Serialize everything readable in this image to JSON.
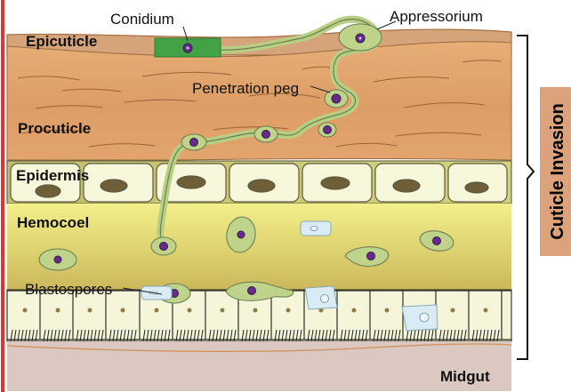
{
  "labels": {
    "conidium": "Conidium",
    "appressorium": "Appressorium",
    "epicuticle": "Epicuticle",
    "penetration_peg": "Penetration peg",
    "procuticle": "Procuticle",
    "epidermis": "Epidermis",
    "hemocoel": "Hemocoel",
    "blastospores": "Blastospores",
    "midgut": "Midgut",
    "cuticle_invasion": "Cuticle Invasion"
  },
  "colors": {
    "left_border": "#e3332c",
    "epicuticle": "#d99a5f",
    "procuticle": "#e2a067",
    "epidermis_band": "#c9c678",
    "epidermis_cell": "#f7f7dc",
    "nucleus": "#6f5f39",
    "hemocoel_top": "#f3ef8a",
    "hemocoel_bottom": "#cbb85b",
    "midgut_cell": "#f5f5d9",
    "midgut_base": "#dac8c1",
    "fungal_cell": "#bfd48a",
    "conidium": "#44a246",
    "blastospore_blue": "#d9ecf5",
    "fungal_nucleus": "#6a2a8c",
    "label_box": "#dca27b"
  }
}
